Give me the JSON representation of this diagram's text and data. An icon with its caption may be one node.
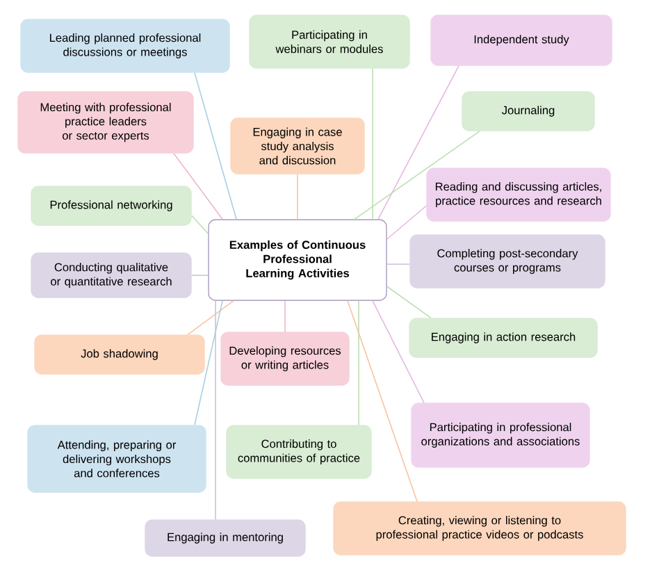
{
  "diagram": {
    "nodes": [
      {
        "text": [
          "Examples of Continuous Professional Learning Activities"
        ]
      },
      {
        "text": [
          "Leading planned professional discussions or meetings"
        ]
      },
      {
        "text": [
          "Participating in webinars or modules"
        ]
      },
      {
        "text": [
          "Independent study"
        ]
      },
      {
        "text": [
          "Meeting with professional practice leaders or sector experts"
        ]
      },
      {
        "text": [
          "Engaging in case study analysis and discussion"
        ]
      },
      {
        "text": [
          "Journaling"
        ]
      },
      {
        "text": [
          "Professional networking"
        ]
      },
      {
        "text": [
          "Reading and discussing articles, practice resources and research"
        ]
      },
      {
        "text": [
          "Conducting qualitative or quantitative research"
        ]
      },
      {
        "text": [
          "Completing post-secondary courses or programs"
        ]
      },
      {
        "text": [
          "Engaging in action research"
        ]
      },
      {
        "text": [
          "Job shadowing"
        ]
      },
      {
        "text": [
          "Developing resources or writing articles"
        ]
      },
      {
        "text": [
          "Attending, preparing or delivering workshops and conferences"
        ]
      },
      {
        "text": [
          "Contributing to communities of practice"
        ]
      },
      {
        "text": [
          "Participating in professional organizations and associations"
        ]
      },
      {
        "text": [
          "Engaging in mentoring"
        ]
      },
      {
        "text": [
          "Creating, viewing or listening to professional practice videos or podcasts"
        ]
      }
    ],
    "edges": [
      {
        "from": 0,
        "to": 1,
        "arrow": "none",
        "color": "#a9cfe6"
      },
      {
        "from": 0,
        "to": 2,
        "arrow": "none",
        "color": "#bcdfb3"
      },
      {
        "from": 0,
        "to": 3,
        "arrow": "none",
        "color": "#e6b8e3"
      },
      {
        "from": 0,
        "to": 4,
        "arrow": "none",
        "color": "#f1b6c5"
      },
      {
        "from": 0,
        "to": 5,
        "arrow": "none",
        "color": "#f6c4a2"
      },
      {
        "from": 0,
        "to": 6,
        "arrow": "none",
        "color": "#bcdfb3"
      },
      {
        "from": 0,
        "to": 7,
        "arrow": "none",
        "color": "#bcdfb3"
      },
      {
        "from": 0,
        "to": 8,
        "arrow": "none",
        "color": "#e6b8e3"
      },
      {
        "from": 0,
        "to": 9,
        "arrow": "none",
        "color": "#cbc1d9"
      },
      {
        "from": 0,
        "to": 10,
        "arrow": "none",
        "color": "#cbc1d9"
      },
      {
        "from": 0,
        "to": 11,
        "arrow": "none",
        "color": "#bcdfb3"
      },
      {
        "from": 0,
        "to": 12,
        "arrow": "none",
        "color": "#f6c4a2"
      },
      {
        "from": 0,
        "to": 13,
        "arrow": "none",
        "color": "#f1b6c5"
      },
      {
        "from": 0,
        "to": 14,
        "arrow": "none",
        "color": "#a9cfe6"
      },
      {
        "from": 0,
        "to": 15,
        "arrow": "none",
        "color": "#bcdfb3"
      },
      {
        "from": 0,
        "to": 16,
        "arrow": "none",
        "color": "#e6b8e3"
      },
      {
        "from": 0,
        "to": 17,
        "arrow": "none",
        "color": "#cbc1d9"
      },
      {
        "from": 0,
        "to": 18,
        "arrow": "none",
        "color": "#f6c4a2"
      }
    ]
  }
}
